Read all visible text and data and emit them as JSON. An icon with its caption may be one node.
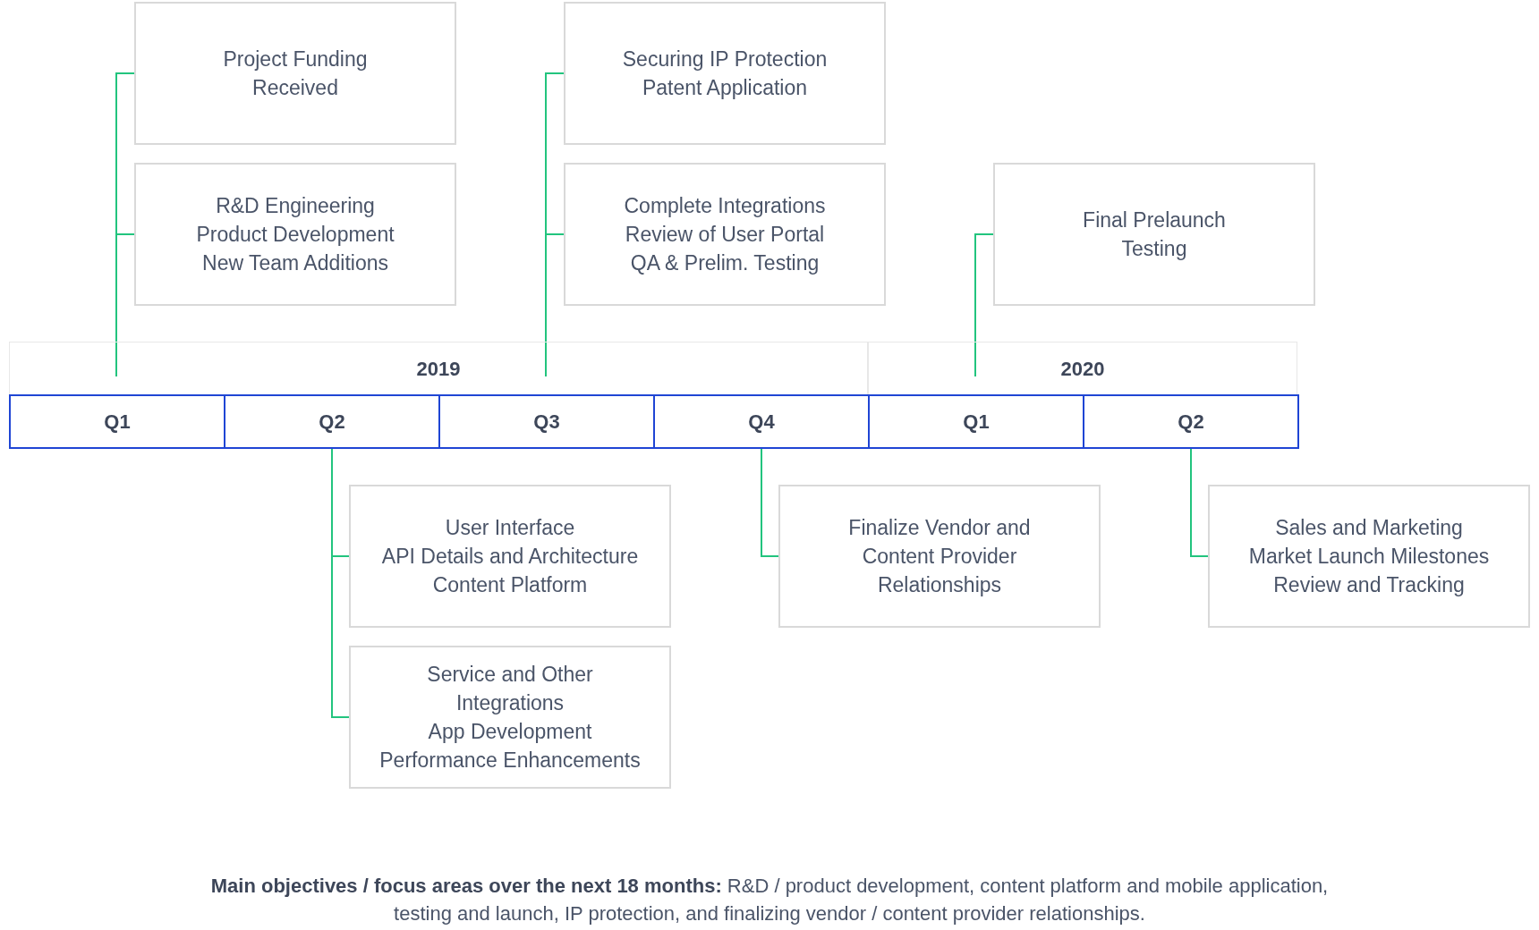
{
  "diagram": {
    "nodes": [
      {
        "text": [
          "Project Funding Received"
        ]
      },
      {
        "text": [
          "Securing IP Protection",
          "Patent Application"
        ]
      },
      {
        "text": [
          "R&D Engineering",
          "Product Development",
          "New Team Additions"
        ]
      },
      {
        "text": [
          "Complete Integrations",
          "Review of User Portal",
          "QA & Prelim. Testing"
        ]
      },
      {
        "text": [
          "Final Prelaunch Testing"
        ]
      },
      {
        "text": [
          "2019"
        ]
      },
      {
        "text": [
          "2020"
        ]
      },
      {
        "text": [
          "Q1"
        ]
      },
      {
        "text": [
          "Q2"
        ]
      },
      {
        "text": [
          "Q3"
        ]
      },
      {
        "text": [
          "Q4"
        ]
      },
      {
        "text": [
          "Q1"
        ]
      },
      {
        "text": [
          "Q2"
        ]
      },
      {
        "text": [
          "User Interface",
          "API Details and Architecture",
          "Content Platform"
        ]
      },
      {
        "text": [
          "Finalize Vendor and Content Provider Relationships"
        ]
      },
      {
        "text": [
          "Sales and Marketing",
          "Market Launch Milestones",
          "Review and Tracking"
        ]
      },
      {
        "text": [
          "Service and Other Integrations",
          "App Development",
          "Performance Enhancements"
        ]
      }
    ],
    "edges": [
      {
        "from": 5,
        "to": 0,
        "arrow": "none"
      },
      {
        "from": 5,
        "to": 2,
        "arrow": "none"
      },
      {
        "from": 5,
        "to": 1,
        "arrow": "none"
      },
      {
        "from": 5,
        "to": 3,
        "arrow": "none"
      },
      {
        "from": 6,
        "to": 4,
        "arrow": "none"
      },
      {
        "from": 8,
        "to": 13,
        "arrow": "none"
      },
      {
        "from": 8,
        "to": 16,
        "arrow": "none"
      },
      {
        "from": 10,
        "to": 14,
        "arrow": "none"
      },
      {
        "from": 12,
        "to": 15,
        "arrow": "none"
      }
    ],
    "caption": "**Main objectives / focus areas over the next 18 months:** R&D / product development, content platform and mobile application, testing and launch, IP protection, and finalizing vendor / content provider relationships."
  }
}
